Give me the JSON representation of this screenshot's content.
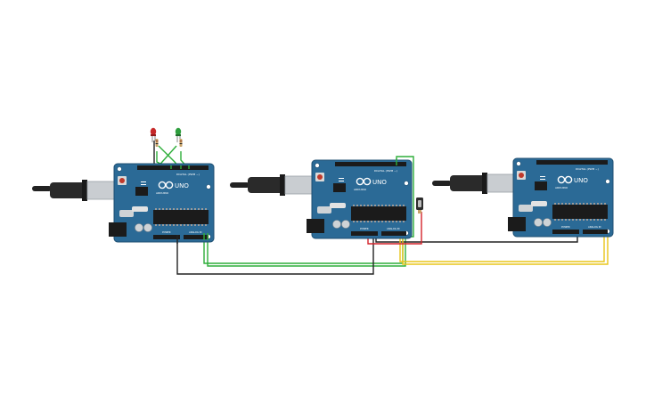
{
  "canvas": {
    "background": "#ffffff"
  },
  "colors": {
    "board": "#2b6a96",
    "board_edge": "#1f4f72",
    "header": "#1b1b1b",
    "usb_plug": "#2a2a2a",
    "usb_metal": "#c9cdd1",
    "wire_black": "#222222",
    "wire_green": "#2eae3a",
    "wire_red": "#d4232b",
    "wire_yellow": "#e8c51a",
    "led_red": "#c62828",
    "led_green": "#2e9e3e",
    "resistor": "#c8a36a"
  },
  "boards": [
    {
      "id": "arduino-1",
      "logo_text": "UNO",
      "brand_text": "ARDUINO",
      "digital_label": "DIGITAL (PWM ~)",
      "analog_label": "ANALOG IN",
      "power_label": "POWER"
    },
    {
      "id": "arduino-2",
      "logo_text": "UNO",
      "brand_text": "ARDUINO",
      "digital_label": "DIGITAL (PWM ~)",
      "analog_label": "ANALOG IN",
      "power_label": "POWER"
    },
    {
      "id": "arduino-3",
      "logo_text": "UNO",
      "brand_text": "ARDUINO",
      "digital_label": "DIGITAL (PWM ~)",
      "analog_label": "ANALOG IN",
      "power_label": "POWER"
    }
  ],
  "components": {
    "leds": [
      {
        "color_name": "red"
      },
      {
        "color_name": "green"
      }
    ],
    "pushbutton": {
      "present": true
    }
  }
}
